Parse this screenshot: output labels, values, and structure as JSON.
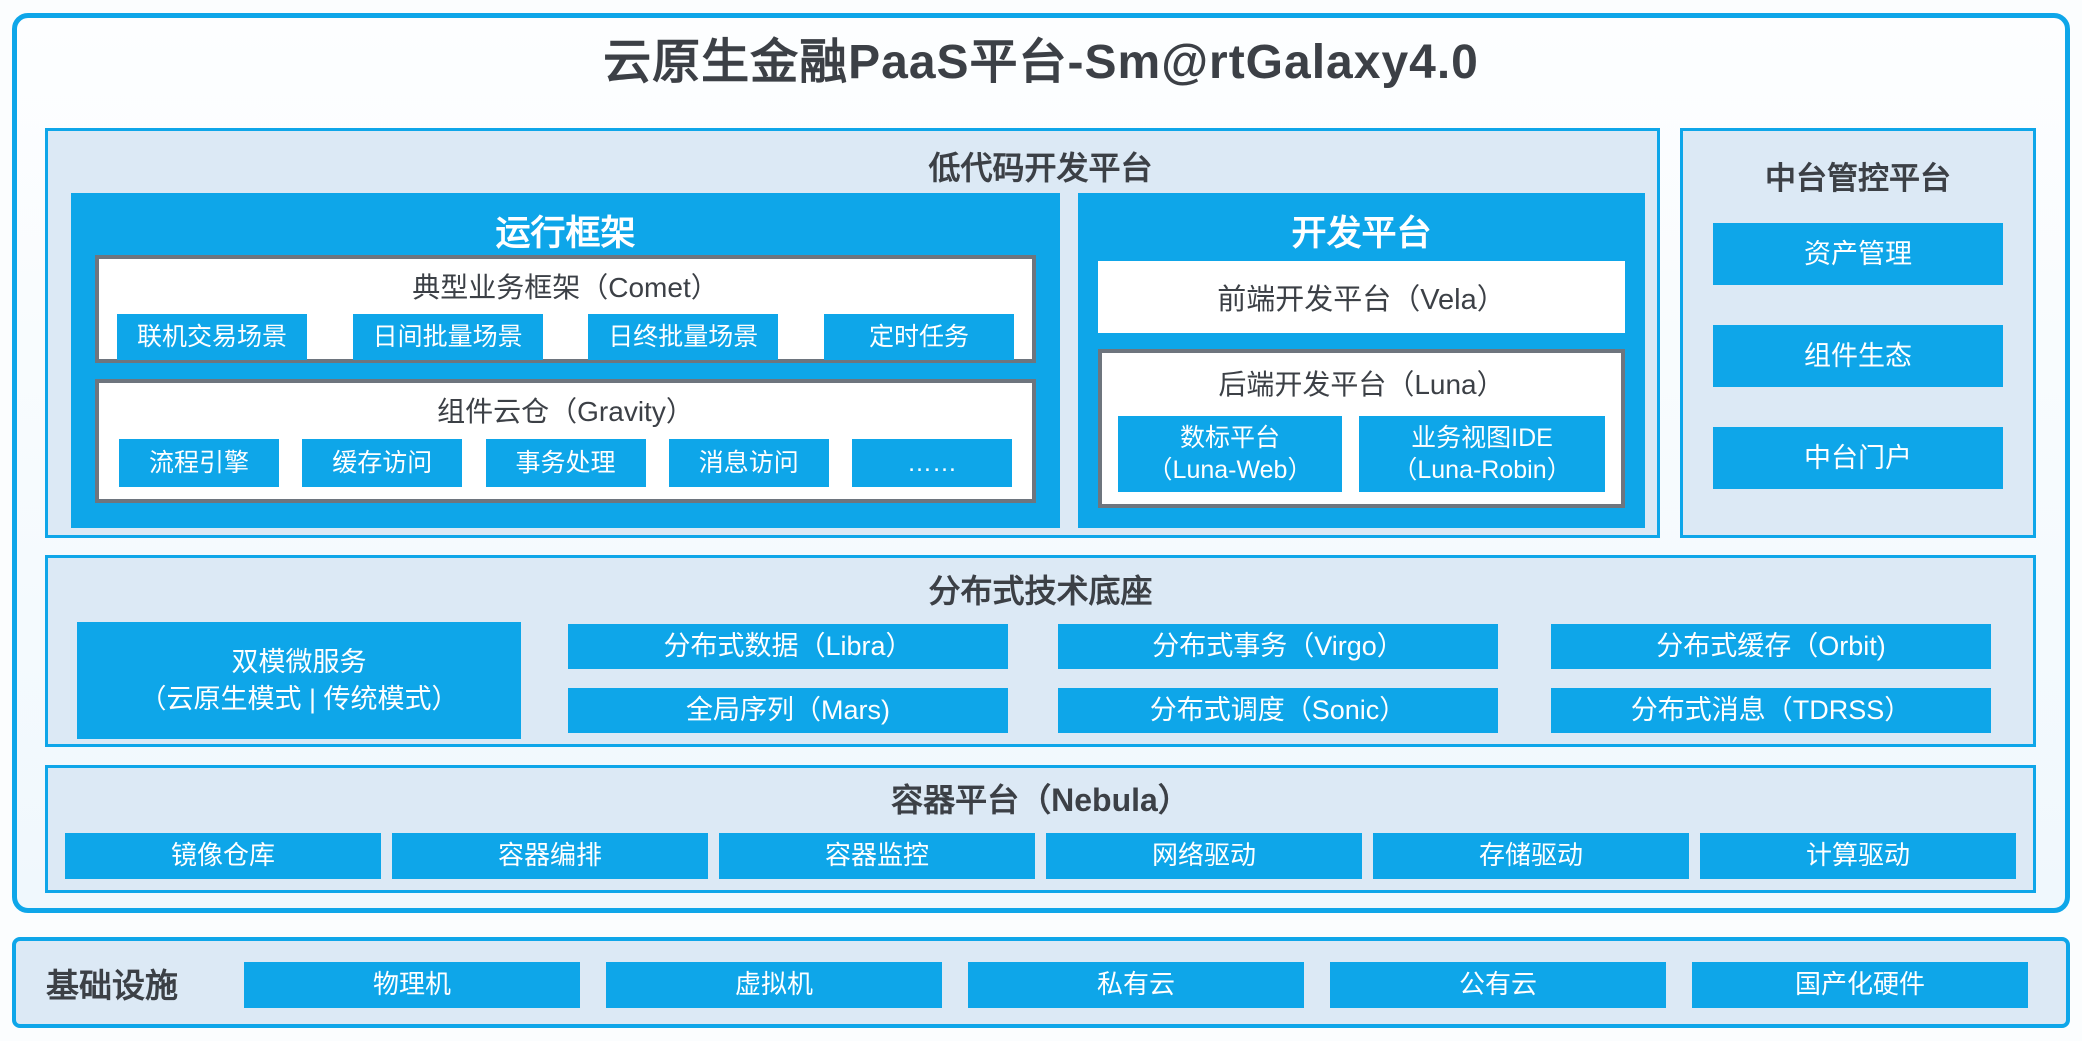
{
  "title": "云原生金融PaaS平台-Sm@rtGalaxy4.0",
  "colors": {
    "accent": "#0ea6e9",
    "panel_bg": "#dce9f5",
    "gray_border": "#6e757e",
    "text_dark": "#3c4046",
    "page_bg": "#fbfdfe"
  },
  "lowcode": {
    "title": "低代码开发平台",
    "runtime": {
      "title": "运行框架",
      "comet": {
        "title": "典型业务框架（Comet）",
        "items": [
          "联机交易场景",
          "日间批量场景",
          "日终批量场景",
          "定时任务"
        ]
      },
      "gravity": {
        "title": "组件云仓（Gravity）",
        "items": [
          "流程引擎",
          "缓存访问",
          "事务处理",
          "消息访问",
          "……"
        ]
      }
    },
    "dev": {
      "title": "开发平台",
      "vela": "前端开发平台（Vela）",
      "luna": {
        "title": "后端开发平台（Luna）",
        "items": [
          {
            "line1": "数标平台",
            "line2": "（Luna-Web）"
          },
          {
            "line1": "业务视图IDE",
            "line2": "（Luna-Robin）"
          }
        ]
      }
    }
  },
  "midplatform": {
    "title": "中台管控平台",
    "items": [
      "资产管理",
      "组件生态",
      "中台门户"
    ]
  },
  "distributed": {
    "title": "分布式技术底座",
    "dual_mode": {
      "line1": "双模微服务",
      "line2": "（云原生模式 | 传统模式）"
    },
    "items": [
      "分布式数据（Libra）",
      "分布式事务（Virgo）",
      "分布式缓存（Orbit)",
      "全局序列（Mars)",
      "分布式调度（Sonic）",
      "分布式消息（TDRSS）"
    ]
  },
  "container_platform": {
    "title": "容器平台（Nebula）",
    "items": [
      "镜像仓库",
      "容器编排",
      "容器监控",
      "网络驱动",
      "存储驱动",
      "计算驱动"
    ]
  },
  "infrastructure": {
    "title": "基础设施",
    "items": [
      "物理机",
      "虚拟机",
      "私有云",
      "公有云",
      "国产化硬件"
    ]
  }
}
